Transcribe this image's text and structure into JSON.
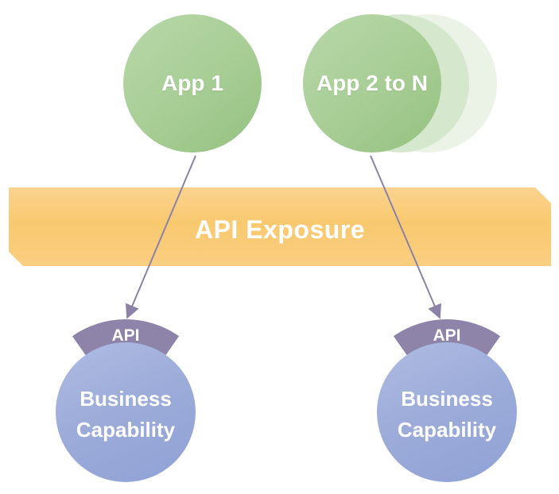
{
  "diagram": {
    "apps": [
      {
        "label": "App 1"
      },
      {
        "label": "App 2 to N"
      }
    ],
    "banner": {
      "label": "API Exposure"
    },
    "capabilities": [
      {
        "badge": "API",
        "label": "Business Capability"
      },
      {
        "badge": "API",
        "label": "Business Capability"
      }
    ],
    "colors": {
      "app_green": "#A9CE97",
      "ghost_green_1": "#D5E7CC",
      "ghost_green_2": "#EAF3E5",
      "banner_orange": "#F9C96F",
      "badge_purple": "#8E83A9",
      "capability_blue": "#97A9D8",
      "arrow": "#8C81A6",
      "text": "#FFFFFF"
    }
  }
}
